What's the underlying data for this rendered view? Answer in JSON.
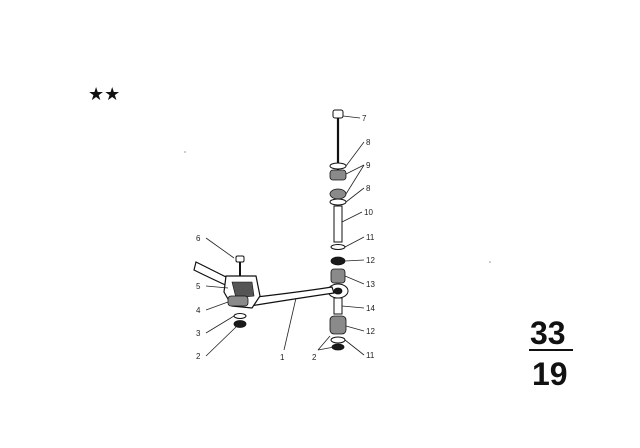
{
  "rating": {
    "symbol": "★★"
  },
  "callouts": [
    "7",
    "8",
    "9",
    "8",
    "10",
    "11",
    "12",
    "13",
    "14",
    "12",
    "11",
    "6",
    "5",
    "4",
    "3",
    "2",
    "1",
    "2"
  ],
  "page_ref": {
    "group": "33",
    "sheet": "19"
  }
}
